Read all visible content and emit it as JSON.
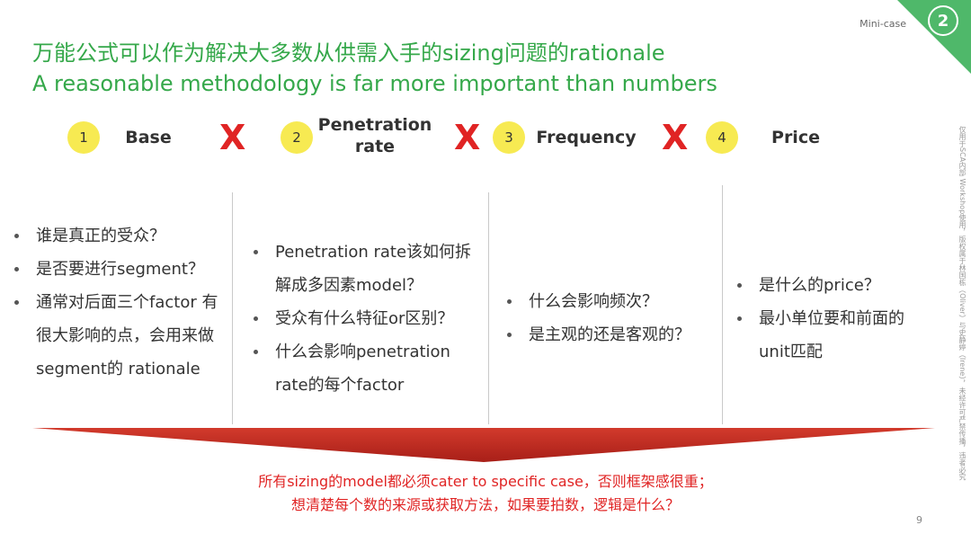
{
  "header": {
    "tag": "Mini-case",
    "badge": "2"
  },
  "title": {
    "line1": "万能公式可以作为解决大多数从供需入手的sizing问题的rationale",
    "line2": "A reasonable methodology is far more important than numbers"
  },
  "factors": [
    {
      "num": "1",
      "label": "Base"
    },
    {
      "num": "2",
      "label_line1": "Penetration",
      "label_line2": "rate"
    },
    {
      "num": "3",
      "label": "Frequency"
    },
    {
      "num": "4",
      "label": "Price"
    }
  ],
  "operator": "X",
  "columns": [
    {
      "items": [
        "谁是真正的受众？",
        "是否要进行segment？",
        "通常对后面三个factor 有很大影响的点，会用来做segment的 rationale"
      ]
    },
    {
      "items": [
        "Penetration rate该如何拆解成多因素model？",
        "受众有什么特征or区别？",
        "什么会影响penetration rate的每个factor"
      ]
    },
    {
      "items": [
        "什么会影响频次？",
        "是主观的还是客观的？"
      ]
    },
    {
      "items": [
        "是什么的price？",
        "最小单位要和前面的unit匹配"
      ]
    }
  ],
  "conclusion": {
    "line1": "所有sizing的model都必须cater to specific case，否则框架感很重；",
    "line2": "想清楚每个数的来源或获取方法，如果要拍数，逻辑是什么？"
  },
  "page_number": "9",
  "side_note": "仅用于SCA内部 Workshop使用，版权属于林国栋（Oliver）与史静婷（Irene），未经许可严禁传播，违者必究",
  "colors": {
    "accent_green": "#35a84a",
    "badge_green": "#4fb86a",
    "number_yellow": "#f7ea52",
    "operator_red": "#e02424",
    "arrow_red": "#c0241d"
  }
}
